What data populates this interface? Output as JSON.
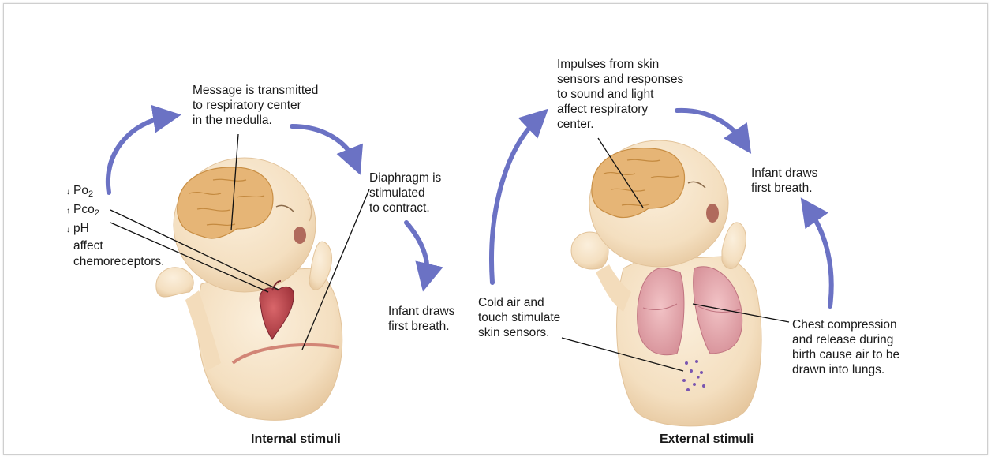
{
  "internal": {
    "caption": "Internal stimuli",
    "message_lines": [
      "Message is transmitted",
      "to respiratory center",
      "in the medulla."
    ],
    "chemo": {
      "po2": {
        "arrow": "↓",
        "base": "Po",
        "sub": "2"
      },
      "pco2": {
        "arrow": "↑",
        "base": "Pco",
        "sub": "2"
      },
      "ph": {
        "arrow": "↓",
        "base": "pH"
      },
      "affect": "affect",
      "chemoreceptors": "chemoreceptors."
    },
    "diaphragm_lines": [
      "Diaphragm is",
      "stimulated",
      "to contract."
    ],
    "breath_lines": [
      "Infant draws",
      "first breath."
    ]
  },
  "external": {
    "caption": "External stimuli",
    "impulses_lines": [
      "Impulses from skin",
      "sensors and responses",
      "to sound and light",
      "affect respiratory",
      "center."
    ],
    "breath_lines": [
      "Infant draws",
      "first breath."
    ],
    "cold_lines": [
      "Cold air and",
      "touch stimulate",
      "skin sensors."
    ],
    "chest_lines": [
      "Chest compression",
      "and release during",
      "birth cause air to be",
      "drawn into lungs."
    ]
  },
  "colors": {
    "arrow": "#6b72c4",
    "skin": "#f6e2c4",
    "skin_shade": "#e9c9a0",
    "brain": "#e3b170",
    "heart": "#b8434a",
    "lung": "#dc9ca3",
    "diaphragm": "#d28576",
    "dots": "#7a55b0"
  }
}
